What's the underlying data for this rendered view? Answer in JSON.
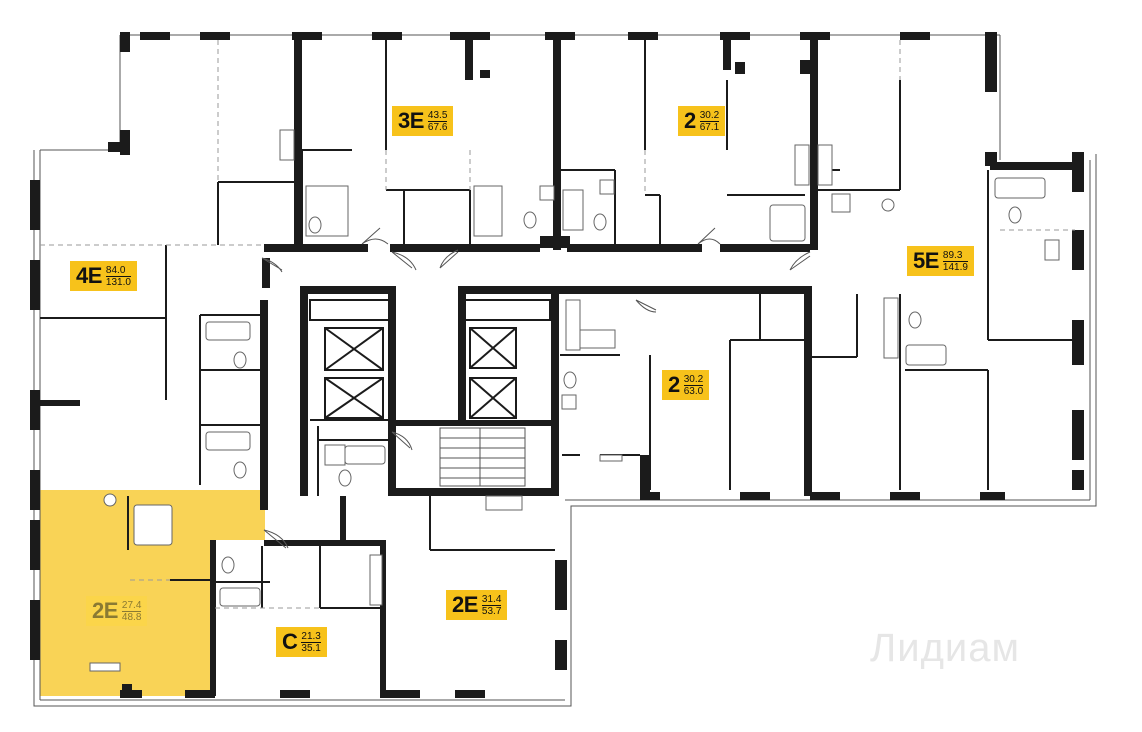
{
  "apartments": [
    {
      "id": "4e",
      "type": "4E",
      "living_area": "84.0",
      "total_area": "131.0"
    },
    {
      "id": "3e",
      "type": "3E",
      "living_area": "43.5",
      "total_area": "67.6"
    },
    {
      "id": "2-top",
      "type": "2",
      "living_area": "30.2",
      "total_area": "67.1"
    },
    {
      "id": "5e",
      "type": "5E",
      "living_area": "89.3",
      "total_area": "141.9"
    },
    {
      "id": "2-middle",
      "type": "2",
      "living_area": "30.2",
      "total_area": "63.0"
    },
    {
      "id": "2e-selected",
      "type": "2E",
      "living_area": "27.4",
      "total_area": "48.8",
      "selected": true
    },
    {
      "id": "c",
      "type": "C",
      "living_area": "21.3",
      "total_area": "35.1"
    },
    {
      "id": "2e-right",
      "type": "2E",
      "living_area": "31.4",
      "total_area": "53.7"
    }
  ],
  "colors": {
    "label": "#f7c21b",
    "selected_fill": "#f9cf48",
    "wall": "#1b1b1b"
  },
  "watermark": "Лидиам"
}
